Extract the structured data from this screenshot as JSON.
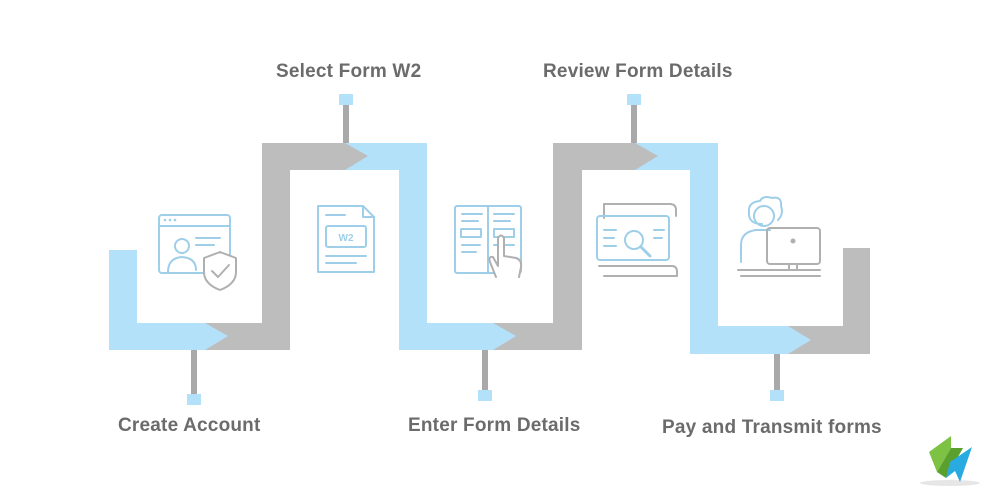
{
  "colors": {
    "blue": "#b3e1f9",
    "gray": "#bdbdbd",
    "icon_blue": "#9fcfe8",
    "icon_gray": "#b0b0b0",
    "label": "#6b6b6b",
    "logo_green": "#7dc242",
    "logo_blue": "#29abe2"
  },
  "steps": [
    {
      "label": "Create Account",
      "icon": "create-account-icon"
    },
    {
      "label": "Select Form W2",
      "icon": "w2-form-icon"
    },
    {
      "label": "Enter Form Details",
      "icon": "enter-details-icon"
    },
    {
      "label": "Review Form Details",
      "icon": "review-details-icon"
    },
    {
      "label": "Pay and Transmit forms",
      "icon": "transmit-icon"
    }
  ],
  "w2_icon_text": "W2",
  "logo": "brand-logo-icon"
}
